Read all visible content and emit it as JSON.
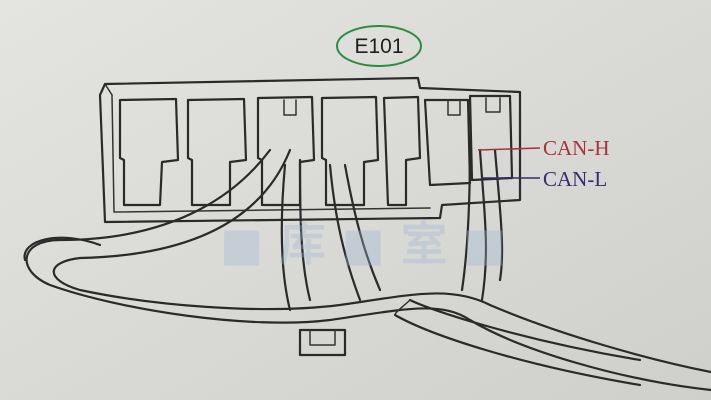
{
  "connector_id": "E101",
  "pin_labels": [
    {
      "label": "CAN-H",
      "color": "#a8323c"
    },
    {
      "label": "CAN-L",
      "color": "#3a2a6e"
    }
  ],
  "badge_color": "#2e8b46"
}
